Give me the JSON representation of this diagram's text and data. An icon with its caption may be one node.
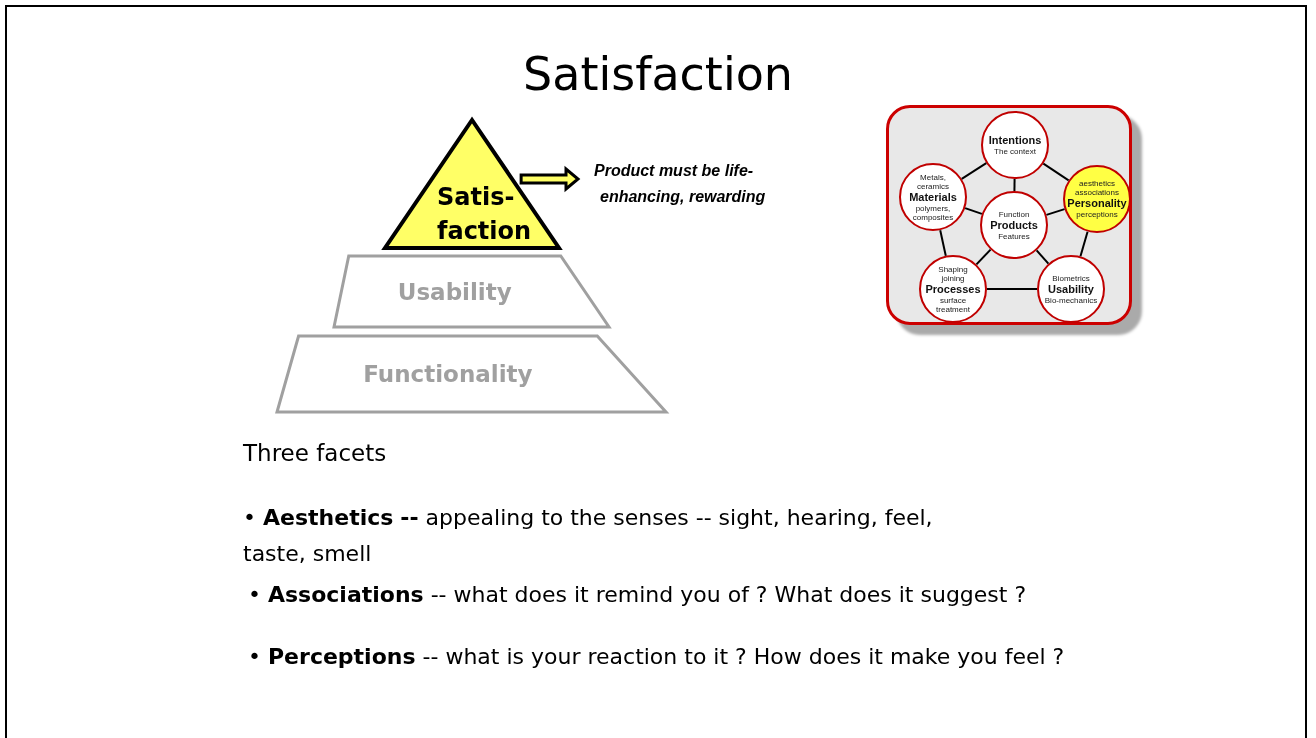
{
  "diagram": {
    "title": "Satisfaction",
    "nodes": [
      {
        "text": [
          "Satis- faction"
        ]
      },
      {
        "text": [
          "Usability"
        ]
      },
      {
        "text": [
          "Functionality"
        ]
      },
      {
        "text": [
          "Product must be life-enhancing, rewarding"
        ]
      },
      {
        "text": [],
        "shape": "box"
      },
      {
        "text": [
          "Intentions",
          "The context"
        ],
        "in": 4
      },
      {
        "text": [
          "aesthetics associations",
          "Personality",
          "perceptions"
        ],
        "in": 4
      },
      {
        "text": [
          "Metals, ceramics",
          "Materials",
          "polymers, composites"
        ],
        "in": 4
      },
      {
        "text": [
          "Function",
          "Products",
          "Features"
        ],
        "in": 4
      },
      {
        "text": [
          "Shaping joining",
          "Processes",
          "surface treatment"
        ],
        "in": 4
      },
      {
        "text": [
          "Biometrics",
          "Usability",
          "Bio-mechanics"
        ],
        "in": 4
      }
    ],
    "edges": [
      {
        "from": 0,
        "to": 3,
        "arrow": "to",
        "style": "thick",
        "color": "#ffff66"
      },
      {
        "from": 5,
        "to": 6,
        "arrow": "none"
      },
      {
        "from": 6,
        "to": 10,
        "arrow": "none"
      },
      {
        "from": 10,
        "to": 9,
        "arrow": "none"
      },
      {
        "from": 9,
        "to": 7,
        "arrow": "none"
      },
      {
        "from": 7,
        "to": 5,
        "arrow": "none"
      },
      {
        "from": 8,
        "to": 5,
        "arrow": "none"
      },
      {
        "from": 8,
        "to": 6,
        "arrow": "none"
      },
      {
        "from": 8,
        "to": 7,
        "arrow": "none"
      },
      {
        "from": 8,
        "to": 9,
        "arrow": "none"
      },
      {
        "from": 8,
        "to": 10,
        "arrow": "none"
      }
    ],
    "labels": [
      "Three facets",
      "• **Aesthetics** **--** appealing to the senses -- sight, hearing, feel, taste, smell",
      "• **Associations** -- what does it remind you of ?  What does it suggest ?",
      "• **Perceptions** -- what is your reaction to it ?  How does it make you feel ?"
    ]
  }
}
